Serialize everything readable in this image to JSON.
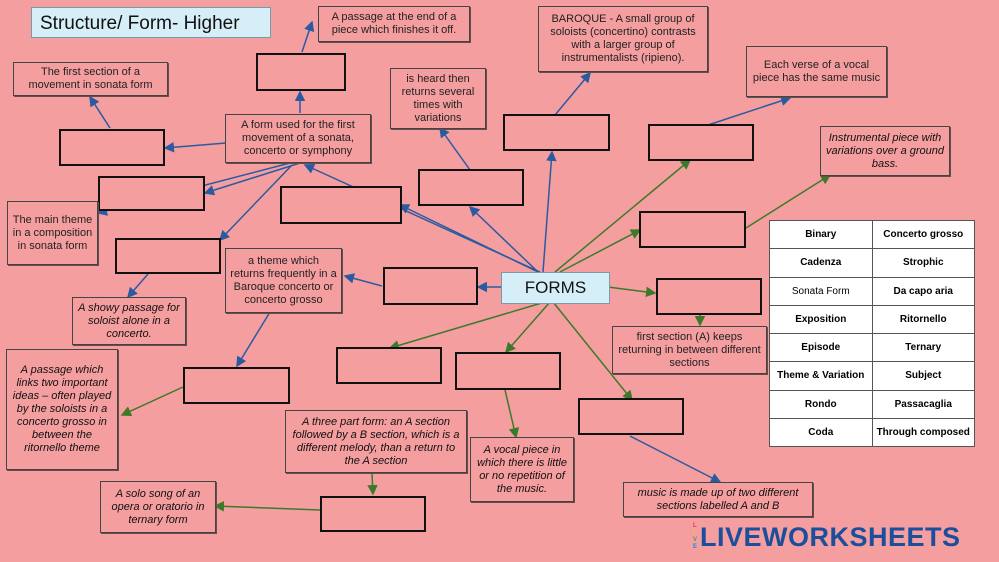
{
  "title": "Structure/ Form- Higher",
  "center_label": "FORMS",
  "notes": {
    "end_passage": "A passage at the end of a piece which finishes it off.",
    "first_section": "The first section of a movement in sonata form",
    "sonata_form": "A form used for the first movement of a sonata, concerto or symphony",
    "main_theme": "The main theme in a composition in sonata form",
    "showy_passage": "A showy passage for soloist alone in a concerto.",
    "link_passage": "A passage which links two important ideas – often played by the soloists in a concerto grosso in between the ritornello theme",
    "ritornello": "a theme which returns frequently in a Baroque concerto or concerto grosso",
    "variations": "is heard then returns several times with variations",
    "baroque": "BAROQUE - A small group of soloists (concertino) contrasts with a larger group of instrumentalists (ripieno).",
    "strophic": "Each verse of a vocal piece has the same music",
    "ground_bass": "Instrumental piece with variations over a ground bass.",
    "rondo": "first section (A) keeps returning in between different sections",
    "ternary": "A three part form: an A section followed by a B section, which is a different melody, than a return to the A section",
    "through_composed": "A vocal piece in which there is little or no repetition of the music.",
    "binary": "music is made up of two different sections labelled A and B",
    "aria": "A solo song of an opera or oratorio in ternary form"
  },
  "word_bank": [
    [
      "Binary",
      "Concerto grosso"
    ],
    [
      "Cadenza",
      "Strophic"
    ],
    [
      "Sonata Form",
      "Da capo aria"
    ],
    [
      "Exposition",
      "Ritornello"
    ],
    [
      "Episode",
      "Ternary"
    ],
    [
      "Theme & Variation",
      "Subject"
    ],
    [
      "Rondo",
      "Passacaglia"
    ],
    [
      "Coda",
      "Through composed"
    ]
  ],
  "logo": {
    "live_letters": [
      "L",
      "I",
      "V",
      "E"
    ],
    "word": "LIVEWORKSHEETS"
  },
  "colors": {
    "background": "#f59ea0",
    "title_bg": "#d6eef7",
    "blue_line": "#2a5aa0",
    "green_line": "#3c7a2a"
  }
}
